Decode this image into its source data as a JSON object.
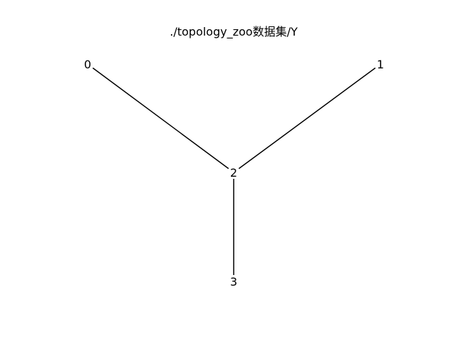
{
  "title": "./topology_zoo数据集/Y",
  "nodes": [
    {
      "id": "0",
      "label": "0"
    },
    {
      "id": "1",
      "label": "1"
    },
    {
      "id": "2",
      "label": "2"
    },
    {
      "id": "3",
      "label": "3"
    }
  ],
  "edges": [
    {
      "source": "0",
      "target": "2"
    },
    {
      "source": "1",
      "target": "2"
    },
    {
      "source": "2",
      "target": "3"
    }
  ],
  "colors": {
    "edge": "#000000",
    "label": "#000000",
    "background": "#ffffff"
  }
}
